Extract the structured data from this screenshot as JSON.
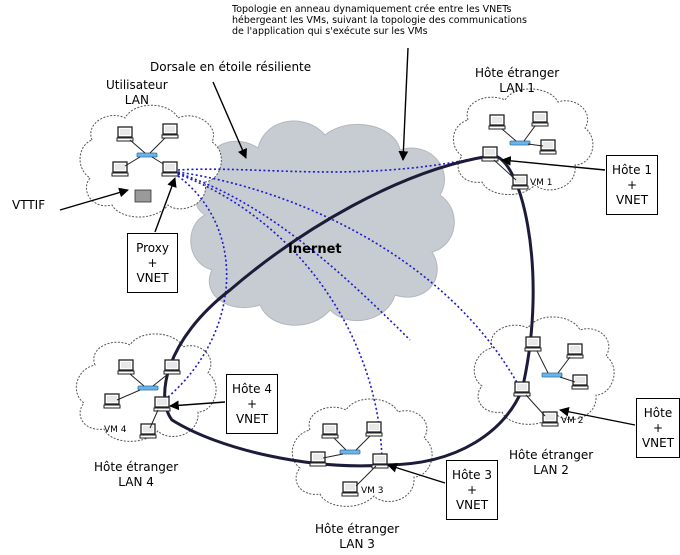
{
  "labels": {
    "topology_note": [
      "Topologie en anneau dynamiquement crée entre les VNETs",
      "hébergeant les VMs, suivant la topologie des communications",
      "de l'application qui s'exécute sur les VMs"
    ],
    "backbone": "Dorsale en étoile résiliente",
    "internet": "Inernet",
    "user_lan": [
      "Utilisateur",
      "LAN"
    ],
    "vttif": "VTTIF",
    "lan1": [
      "Hôte étranger",
      "LAN 1"
    ],
    "lan2": [
      "Hôte étranger",
      "LAN 2"
    ],
    "lan3": [
      "Hôte étranger",
      "LAN 3"
    ],
    "lan4": [
      "Hôte étranger",
      "LAN 4"
    ]
  },
  "boxes": {
    "proxy": [
      "Proxy",
      "+",
      "VNET"
    ],
    "host1": [
      "Hôte 1",
      "+",
      "VNET"
    ],
    "host2": [
      "Hôte",
      "+",
      "VNET"
    ],
    "host3": [
      "Hôte 3",
      "+",
      "VNET"
    ],
    "host4": [
      "Hôte 4",
      "+",
      "VNET"
    ]
  },
  "vms": {
    "vm1": "VM 1",
    "vm2": "VM 2",
    "vm3": "VM 3",
    "vm4": "VM 4"
  },
  "colors": {
    "cloud_fill": "#c6ccd2",
    "lan_cloud_stroke": "#555555",
    "star_links": "#1a1acc",
    "ring": "#1c1c3a",
    "arrows": "#000000"
  }
}
